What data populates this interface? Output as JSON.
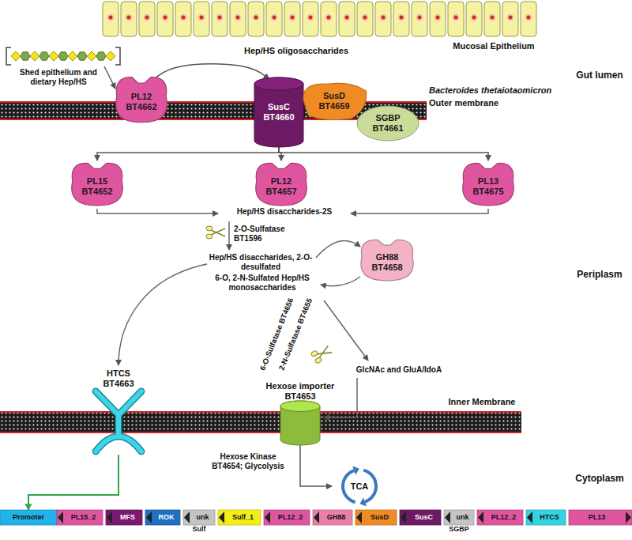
{
  "diagram": {
    "nodes": [
      {
        "text": [
          "PL12 BT4662"
        ]
      },
      {
        "text": [
          "SusC BT4660"
        ]
      },
      {
        "text": [
          "SusD BT4659"
        ]
      },
      {
        "text": [
          "SGBP BT4661"
        ]
      },
      {
        "text": [
          "PL15 BT4652"
        ]
      },
      {
        "text": [
          "PL12 BT4657"
        ]
      },
      {
        "text": [
          "PL13 BT4675"
        ]
      },
      {
        "text": [
          "GH88 BT4658"
        ]
      },
      {
        "text": [
          "HTCS BT4663"
        ]
      },
      {
        "text": [
          "Hexose importer BT4653"
        ]
      },
      {
        "text": [
          "TCA"
        ]
      },
      {
        "text": [
          "Promoter"
        ]
      },
      {
        "text": [
          "PL15_2"
        ]
      },
      {
        "text": [
          "MFS"
        ]
      },
      {
        "text": [
          "ROK"
        ]
      },
      {
        "text": [
          "unk",
          "Sulf"
        ]
      },
      {
        "text": [
          "Sulf_1"
        ]
      },
      {
        "text": [
          "PL12_2"
        ]
      },
      {
        "text": [
          "GH88"
        ]
      },
      {
        "text": [
          "SusD"
        ]
      },
      {
        "text": [
          "SusC"
        ]
      },
      {
        "text": [
          "unk",
          "SGBP"
        ]
      },
      {
        "text": [
          "PL12_2"
        ]
      },
      {
        "text": [
          "HTCS"
        ]
      },
      {
        "text": [
          "PL13"
        ]
      }
    ],
    "edges": [
      {
        "from": 0,
        "to": 1,
        "arrow": "to"
      },
      {
        "from": 1,
        "to": 4,
        "arrow": "to"
      },
      {
        "from": 1,
        "to": 5,
        "arrow": "to"
      },
      {
        "from": 1,
        "to": 6,
        "arrow": "to"
      },
      {
        "from": 8,
        "to": 11,
        "arrow": "to"
      },
      {
        "from": 9,
        "to": 10,
        "arrow": "to"
      }
    ],
    "labels": [
      "Hep/HS oligosaccharides",
      "Mucosal Epithelium",
      "Gut lumen",
      "Shed epithelium and dietary Hep/HS",
      "Bacteroides thetaiotaomicron",
      "Outer membrane",
      "Hep/HS disaccharides-2S",
      "2-O-Sulfatase BT1596",
      "Hep/HS disaccharides, 2-O-desulfated",
      "6-O, 2-N-Sulfated Hep/HS monosaccharides",
      "6-O-Sulfatase BT4656",
      "2-N-Sulfatase BT4655",
      "Periplasm",
      "GlcNAc and GluA/IdoA",
      "Inner Membrane",
      "Hexose Kinase BT4654; Glycolysis",
      "Cytoplasm"
    ]
  }
}
